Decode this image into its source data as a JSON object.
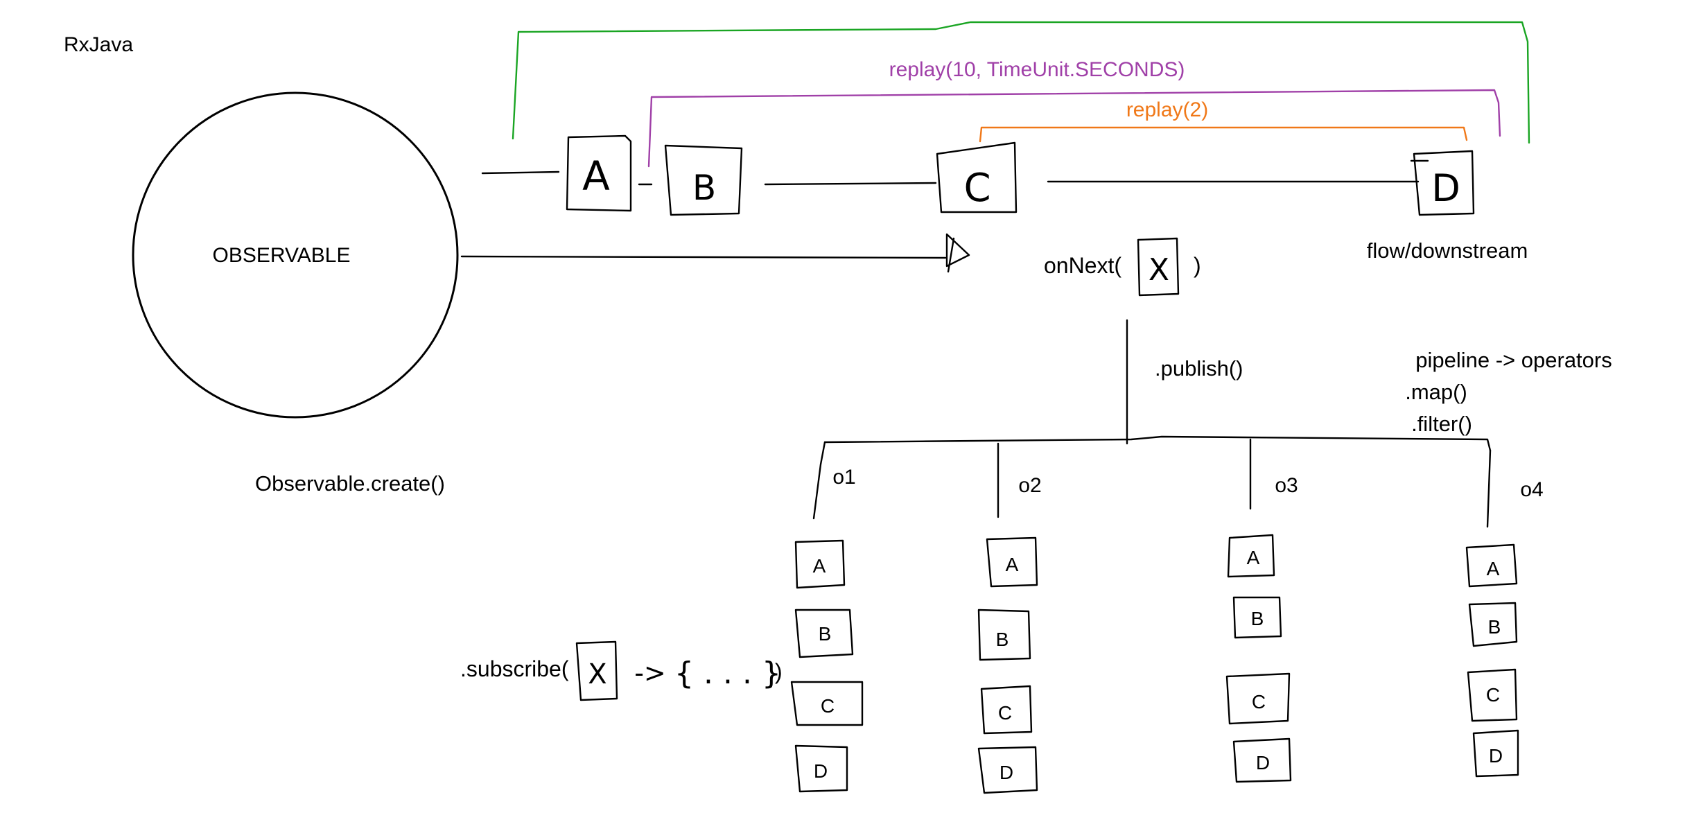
{
  "title": "RxJava",
  "observable": {
    "label": "OBSERVABLE",
    "create_label": "Observable.create()"
  },
  "stream": {
    "items": [
      "A",
      "B",
      "C",
      "D"
    ],
    "flow_label": "flow/downstream",
    "onnext_prefix": "onNext(",
    "onnext_item": "X",
    "onnext_suffix": ")"
  },
  "replay": {
    "green_label": "",
    "purple_label": "replay(10, TimeUnit.SECONDS)",
    "orange_label": "replay(2)",
    "colors": {
      "green": "#1aa523",
      "purple": "#a040a8",
      "orange": "#f07818"
    }
  },
  "publish": {
    "label": ".publish()",
    "pipeline_label": "pipeline -> operators",
    "map_label": ".map()",
    "filter_label": ".filter()"
  },
  "observers": [
    {
      "name": "o1",
      "items": [
        "A",
        "B",
        "C",
        "D"
      ]
    },
    {
      "name": "o2",
      "items": [
        "A",
        "B",
        "C",
        "D"
      ]
    },
    {
      "name": "o3",
      "items": [
        "A",
        "B",
        "C",
        "D"
      ]
    },
    {
      "name": "o4",
      "items": [
        "A",
        "B",
        "C",
        "D"
      ]
    }
  ],
  "subscribe": {
    "prefix": ".subscribe(",
    "item": "X",
    "arrow": "->",
    "body": "{ . . . }",
    "suffix": ")"
  }
}
